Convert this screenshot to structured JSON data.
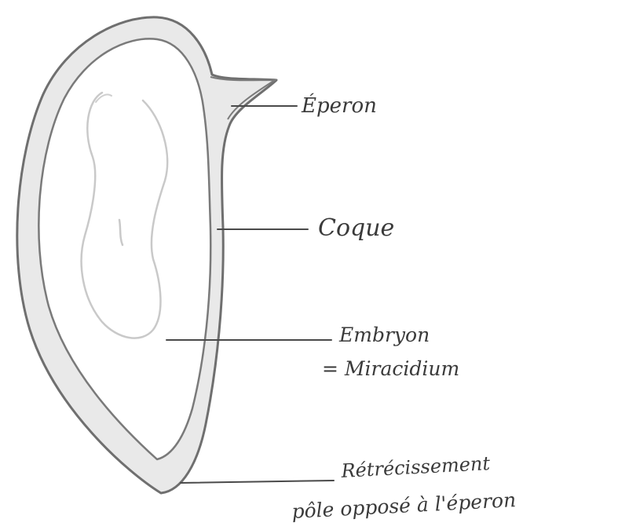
{
  "diagram": {
    "labels": {
      "eperon": "Éperon",
      "coque": "Coque",
      "embryon_line1": "Embryon",
      "embryon_line2": "= Miracidium",
      "retrecissement_line1": "Rétrécissement",
      "retrecissement_line2": "pôle opposé à l'éperon"
    }
  }
}
